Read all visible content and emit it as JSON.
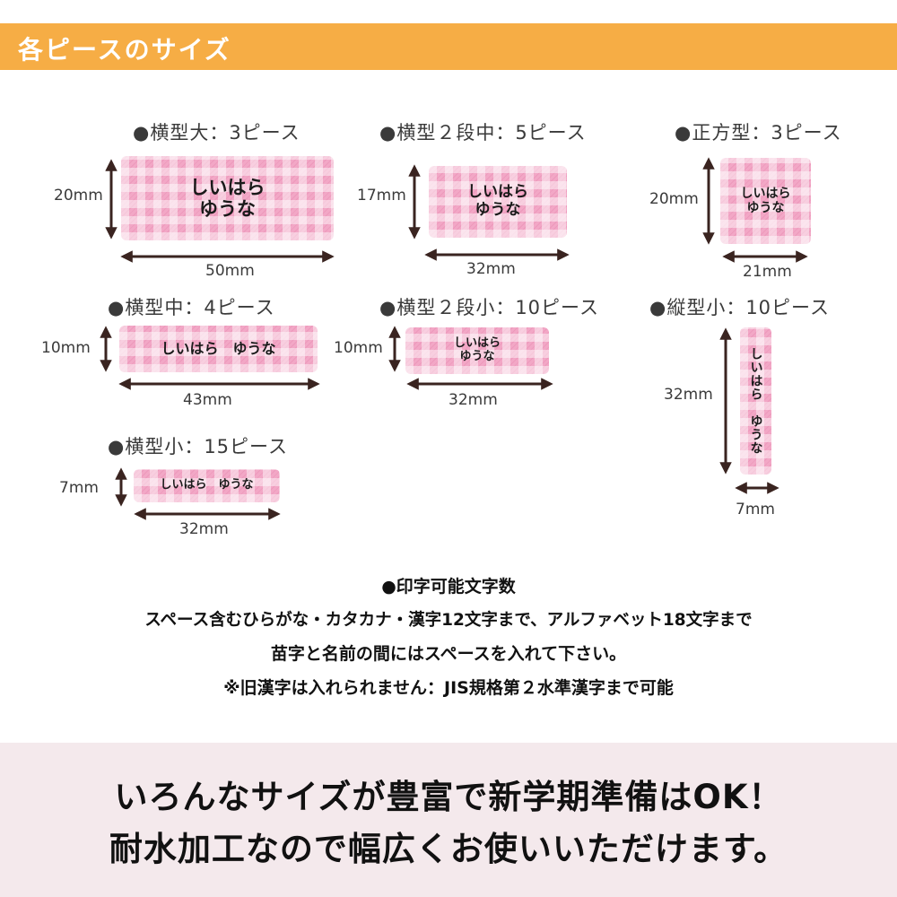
{
  "header": {
    "title": "各ピースのサイズ"
  },
  "pieces": {
    "large": {
      "title": "●横型大：3ピース",
      "line1": "しいはら",
      "line2": "ゆうな",
      "height": "20mm",
      "width": "50mm"
    },
    "two_mid": {
      "title": "●横型２段中：5ピース",
      "line1": "しいはら",
      "line2": "ゆうな",
      "height": "17mm",
      "width": "32mm"
    },
    "square": {
      "title": "●正方型：3ピース",
      "line1": "しいはら",
      "line2": "ゆうな",
      "height": "20mm",
      "width": "21mm"
    },
    "mid": {
      "title": "●横型中：4ピース",
      "text": "しいはら　ゆうな",
      "height": "10mm",
      "width": "43mm"
    },
    "two_small": {
      "title": "●横型２段小：10ピース",
      "line1": "しいはら",
      "line2": "ゆうな",
      "height": "10mm",
      "width": "32mm"
    },
    "vertical": {
      "title": "●縦型小：10ピース",
      "text": "しいはら　ゆうな",
      "height": "32mm",
      "width": "7mm"
    },
    "small": {
      "title": "●横型小：15ピース",
      "text": "しいはら　ゆうな",
      "height": "7mm",
      "width": "32mm"
    }
  },
  "info": {
    "heading": "●印字可能文字数",
    "line1": "スペース含むひらがな・カタカナ・漢字12文字まで、アルファベット18文字まで",
    "line2": "苗字と名前の間にはスペースを入れて下さい。",
    "line3": "※旧漢字は入れられません：JIS規格第２水準漢字まで可能"
  },
  "footer": {
    "line1": "いろんなサイズが豊富で新学期準備はOK！",
    "line2": "耐水加工なので幅広くお使いいただけます。"
  },
  "colors": {
    "banner": "#f6ad45",
    "label_pink": "#f2a7c6",
    "footer_bg": "#f4e9ec"
  }
}
